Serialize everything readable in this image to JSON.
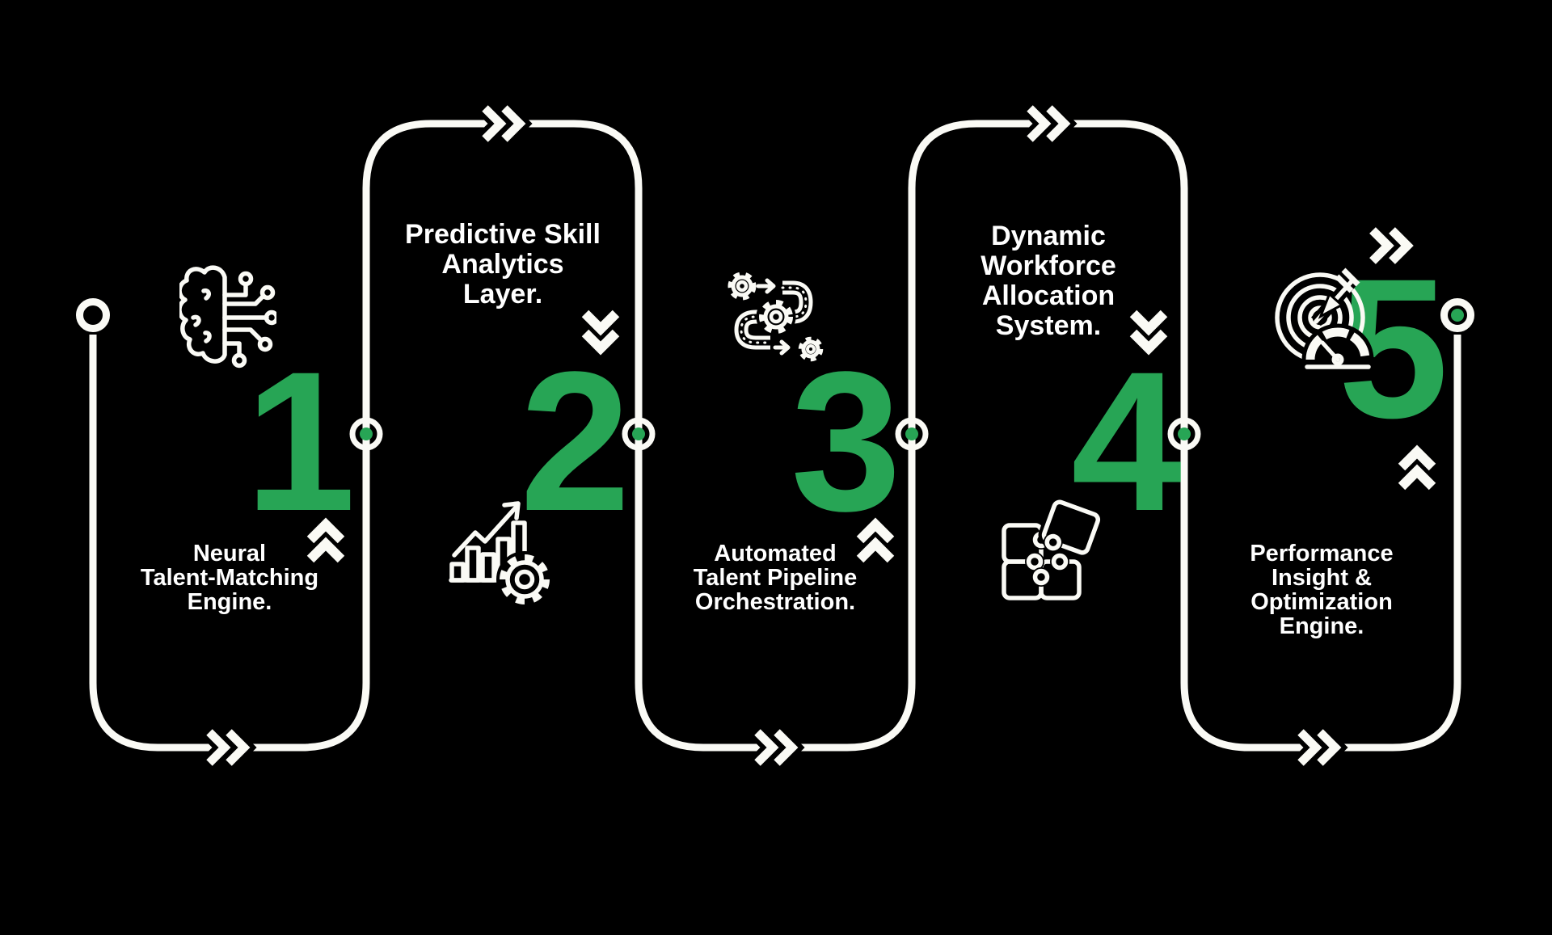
{
  "colors": {
    "background": "#000000",
    "accent": "#27a555",
    "line": "#fafaf5",
    "text": "#ffffff"
  },
  "diagram": {
    "type": "process-timeline",
    "steps": [
      {
        "number": "1",
        "icon": "brain-circuit-icon",
        "lines": [
          "Neural",
          "Talent-Matching",
          "Engine."
        ]
      },
      {
        "number": "2",
        "icon": "growth-chart-gear-icon",
        "lines": [
          "Predictive Skill",
          "Analytics",
          "Layer."
        ]
      },
      {
        "number": "3",
        "icon": "workflow-gears-icon",
        "lines": [
          "Automated",
          "Talent Pipeline",
          "Orchestration."
        ]
      },
      {
        "number": "4",
        "icon": "puzzle-pieces-icon",
        "lines": [
          "Dynamic",
          "Workforce",
          "Allocation",
          "System."
        ]
      },
      {
        "number": "5",
        "icon": "target-gauge-icon",
        "lines": [
          "Performance",
          "Insight &",
          "Optimization Engine."
        ]
      }
    ]
  }
}
